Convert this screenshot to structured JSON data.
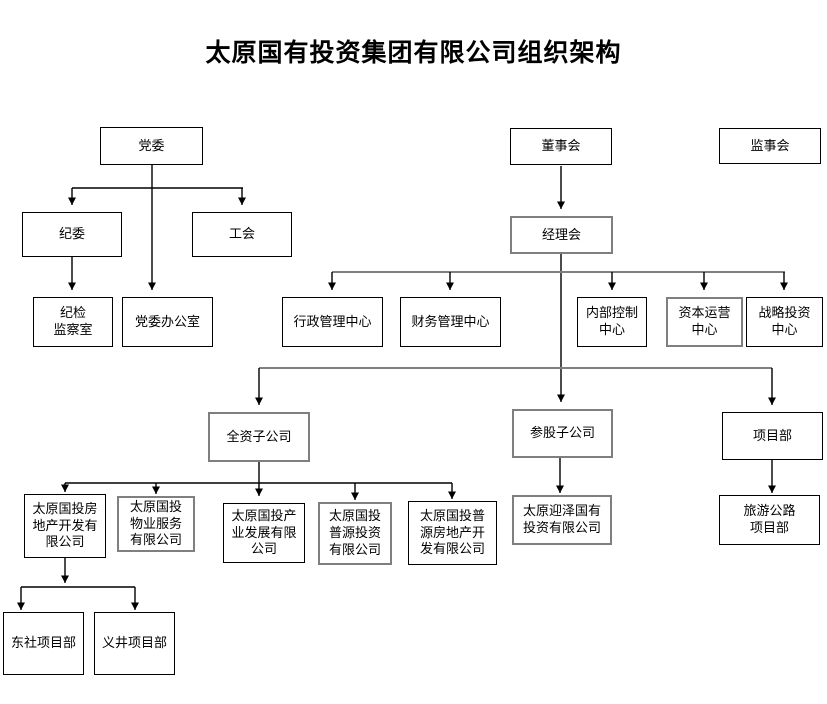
{
  "title": "太原国有投资集团有限公司组织架构",
  "nodes": {
    "party-committee": {
      "label": "党委"
    },
    "board-of-directors": {
      "label": "董事会"
    },
    "supervisory-board": {
      "label": "监事会"
    },
    "discipline-committee": {
      "label": "纪委"
    },
    "labor-union": {
      "label": "工会"
    },
    "managers-meeting": {
      "label": "经理会"
    },
    "discipline-inspection-office": {
      "label": "纪检\n监察室"
    },
    "party-committee-office": {
      "label": "党委办公室"
    },
    "admin-management-center": {
      "label": "行政管理中心"
    },
    "finance-management-center": {
      "label": "财务管理中心"
    },
    "internal-control-center": {
      "label": "内部控制\n中心"
    },
    "capital-operation-center": {
      "label": "资本运营\n中心"
    },
    "strategic-investment-center": {
      "label": "战略投资\n中心"
    },
    "wholly-owned-subsidiaries": {
      "label": "全资子公司"
    },
    "equity-subsidiaries": {
      "label": "参股子公司"
    },
    "project-department": {
      "label": "项目部"
    },
    "real-estate-co": {
      "label": "太原国投房\n地产开发有\n限公司"
    },
    "property-services-co": {
      "label": "太原国投\n物业服务\n有限公司"
    },
    "industrial-development-co": {
      "label": "太原国投产\n业发展有限\n公司"
    },
    "puyuan-investment-co": {
      "label": "太原国投\n普源投资\n有限公司"
    },
    "puyuan-real-estate-co": {
      "label": "太原国投普\n源房地产开\n发有限公司"
    },
    "yingze-investment-co": {
      "label": "太原迎泽国有\n投资有限公司"
    },
    "tourism-highway-project": {
      "label": "旅游公路\n项目部"
    },
    "dongshe-project": {
      "label": "东社项目部"
    },
    "yijing-project": {
      "label": "义井项目部"
    }
  },
  "colors": {
    "background": "#ffffff",
    "text": "#000000",
    "box_border_black": "#000000",
    "box_border_gray": "#7f7f7f",
    "connector_black": "#000000",
    "connector_gray": "#7f7f7f"
  }
}
